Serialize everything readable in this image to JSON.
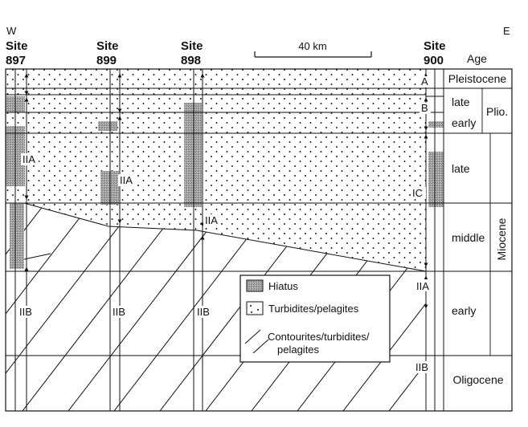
{
  "directions": {
    "west": "W",
    "east": "E"
  },
  "sites": [
    {
      "line1": "Site",
      "line2": "897"
    },
    {
      "line1": "Site",
      "line2": "899"
    },
    {
      "line1": "Site",
      "line2": "898"
    },
    {
      "line1": "Site",
      "line2": "900"
    }
  ],
  "scale_bar": {
    "label": "40 km"
  },
  "age_header": "Age",
  "ages": {
    "pleistocene": "Pleistocene",
    "plio_late": "late",
    "plio_early": "early",
    "pliocene": "Plio.",
    "mio_late": "late",
    "mio_middle": "middle",
    "mio_early": "early",
    "miocene": "Miocene",
    "oligocene": "Oligocene"
  },
  "units": {
    "A": "A",
    "B": "B",
    "IC": "IC",
    "IIA": "IIA",
    "IIB": "IIB"
  },
  "legend": {
    "hiatus": "Hiatus",
    "turbidites": "Turbidites/pelagites",
    "contourites_line1": "Contourites/turbidites/",
    "contourites_line2": "pelagites"
  },
  "colors": {
    "ink": "#111111",
    "hiatus": "#9a9a9a",
    "background": "#ffffff"
  }
}
